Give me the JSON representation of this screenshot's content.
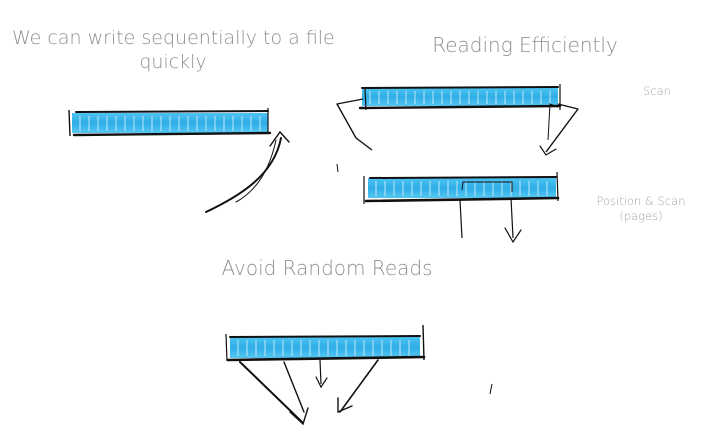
{
  "title_left": {
    "line1": "We can write sequentially to a file",
    "line2": "quickly"
  },
  "title_right": "Reading Efficiently",
  "label_scan": "Scan",
  "label_position": {
    "line1": "Position & Scan",
    "line2": "(pages)"
  },
  "title_bottom": "Avoid Random Reads",
  "colors": {
    "block_fill": "#33b4ea",
    "ink": "#111111",
    "text": "#8f8f8f"
  }
}
